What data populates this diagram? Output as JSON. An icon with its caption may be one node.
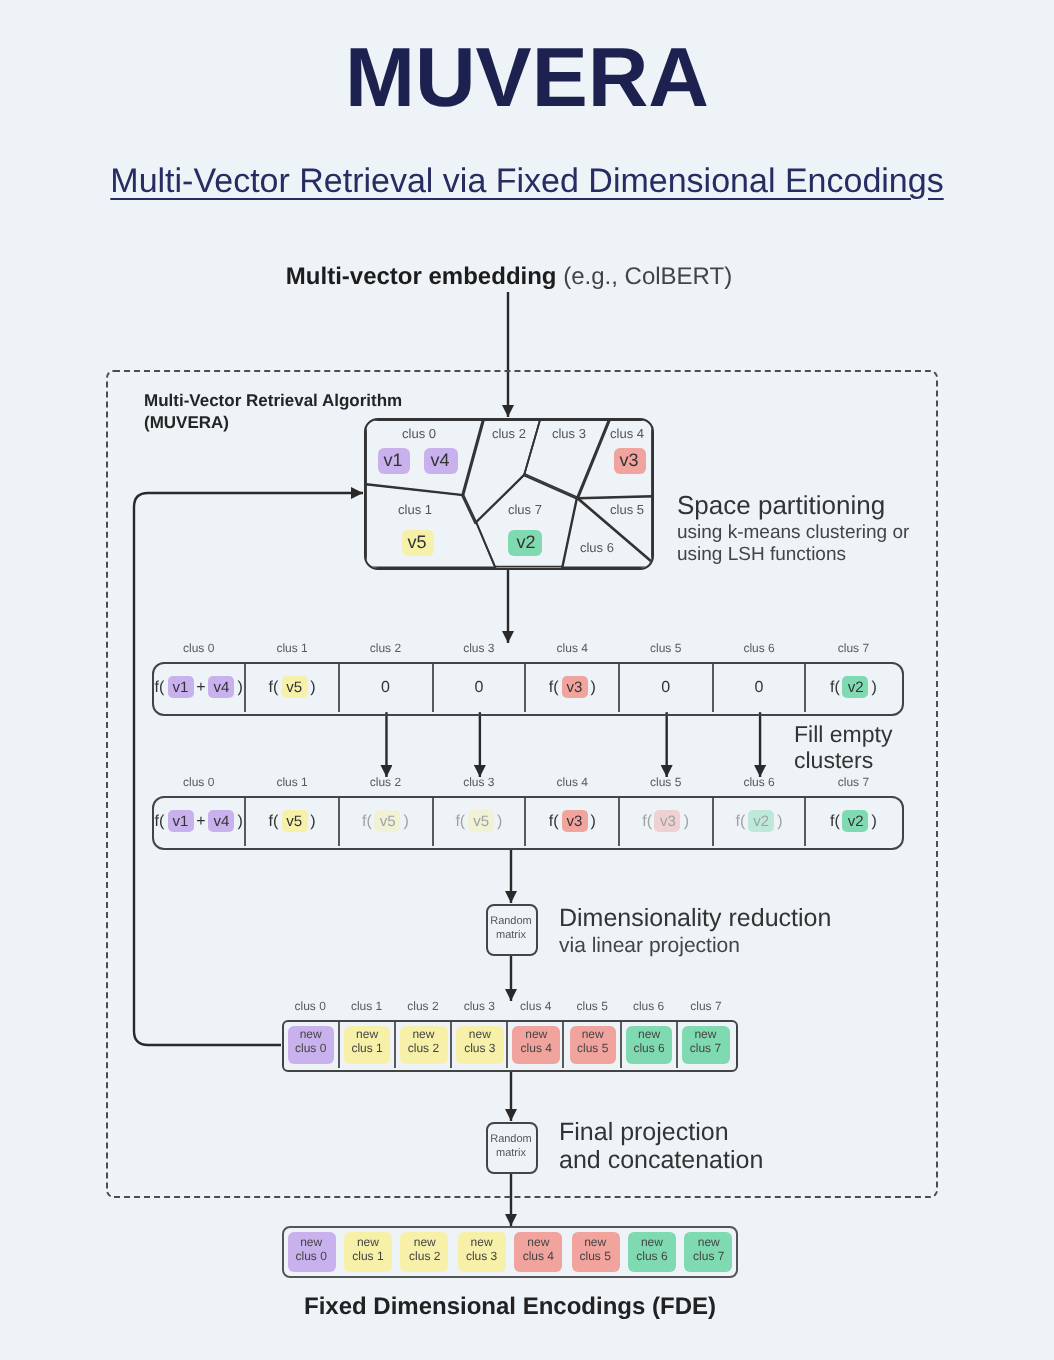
{
  "diagram": {
    "title": "MUVERA",
    "nodes": [
      {
        "text": [
          "**Multi-vector embedding** (e.g., ColBERT)"
        ]
      },
      {
        "text": [
          "Multi-Vector Retrieval Algorithm (MUVERA)"
        ]
      },
      {
        "text": [],
        "shape": "box",
        "in": 1,
        "beside": [
          "Space partitioning",
          "using k-means clustering or using LSH functions"
        ]
      },
      {
        "text": [
          "clus 0"
        ],
        "in": 2
      },
      {
        "text": [
          "v1"
        ],
        "in": 3
      },
      {
        "text": [
          "v4"
        ],
        "in": 3
      },
      {
        "text": [
          "clus 2"
        ],
        "in": 2
      },
      {
        "text": [
          "clus 3"
        ],
        "in": 2
      },
      {
        "text": [
          "clus 4"
        ],
        "in": 2
      },
      {
        "text": [
          "v3"
        ],
        "in": 8
      },
      {
        "text": [
          "clus 1"
        ],
        "in": 2
      },
      {
        "text": [
          "v5"
        ],
        "in": 10
      },
      {
        "text": [
          "clus 7"
        ],
        "in": 2
      },
      {
        "text": [
          "v2"
        ],
        "in": 12
      },
      {
        "text": [
          "clus 5"
        ],
        "in": 2
      },
      {
        "text": [
          "clus 6"
        ],
        "in": 2
      },
      {
        "text": [],
        "shape": "box",
        "in": 1
      },
      {
        "text": [
          "clus 0",
          "f(",
          "+",
          ")"
        ],
        "in": 16
      },
      {
        "text": [
          "v1"
        ],
        "in": 17
      },
      {
        "text": [
          "v4"
        ],
        "in": 17
      },
      {
        "text": [
          "clus 1",
          "f(",
          ")"
        ],
        "in": 16
      },
      {
        "text": [
          "v5"
        ],
        "in": 20
      },
      {
        "text": [
          "clus 2",
          "0"
        ],
        "in": 16
      },
      {
        "text": [
          "clus 3",
          "0"
        ],
        "in": 16
      },
      {
        "text": [
          "clus 4",
          "f(",
          ")"
        ],
        "in": 16
      },
      {
        "text": [
          "v3"
        ],
        "in": 24
      },
      {
        "text": [
          "clus 5",
          "0"
        ],
        "in": 16
      },
      {
        "text": [
          "clus 6",
          "0"
        ],
        "in": 16
      },
      {
        "text": [
          "clus 7",
          "f(",
          ")"
        ],
        "in": 16
      },
      {
        "text": [
          "v2"
        ],
        "in": 28
      },
      {
        "text": [],
        "shape": "box",
        "in": 1
      },
      {
        "text": [
          "clus 0",
          "f(",
          "+",
          ")"
        ],
        "in": 30
      },
      {
        "text": [
          "v1"
        ],
        "in": 31
      },
      {
        "text": [
          "v4"
        ],
        "in": 31
      },
      {
        "text": [
          "clus 1",
          "f(",
          ")"
        ],
        "in": 30
      },
      {
        "text": [
          "v5"
        ],
        "in": 34
      },
      {
        "text": [
          "clus 2",
          "f(",
          ")"
        ],
        "in": 30
      },
      {
        "text": [
          "v5"
        ],
        "in": 36
      },
      {
        "text": [
          "clus 3",
          "f(",
          ")"
        ],
        "in": 30
      },
      {
        "text": [
          "v5"
        ],
        "in": 38
      },
      {
        "text": [
          "clus 4",
          "f(",
          ")"
        ],
        "in": 30
      },
      {
        "text": [
          "v3"
        ],
        "in": 40
      },
      {
        "text": [
          "clus 5",
          "f(",
          ")"
        ],
        "in": 30
      },
      {
        "text": [
          "v3"
        ],
        "in": 42
      },
      {
        "text": [
          "clus 6",
          "f(",
          ")"
        ],
        "in": 30
      },
      {
        "text": [
          "v2"
        ],
        "in": 44
      },
      {
        "text": [
          "clus 7",
          "f(",
          ")"
        ],
        "in": 30
      },
      {
        "text": [
          "v2"
        ],
        "in": 46
      },
      {
        "text": [
          "Random matrix"
        ],
        "in": 1,
        "beside": [
          "Dimensionality reduction",
          "via linear projection"
        ]
      },
      {
        "text": [],
        "shape": "box",
        "in": 1
      },
      {
        "text": [
          "clus 0"
        ],
        "in": 49
      },
      {
        "text": [
          "new clus 0"
        ],
        "in": 50
      },
      {
        "text": [
          "clus 1"
        ],
        "in": 49
      },
      {
        "text": [
          "new clus 1"
        ],
        "in": 52
      },
      {
        "text": [
          "clus 2"
        ],
        "in": 49
      },
      {
        "text": [
          "new clus 2"
        ],
        "in": 54
      },
      {
        "text": [
          "clus 3"
        ],
        "in": 49
      },
      {
        "text": [
          "new clus 3"
        ],
        "in": 56
      },
      {
        "text": [
          "clus 4"
        ],
        "in": 49
      },
      {
        "text": [
          "new clus 4"
        ],
        "in": 58
      },
      {
        "text": [
          "clus 5"
        ],
        "in": 49
      },
      {
        "text": [
          "new clus 5"
        ],
        "in": 60
      },
      {
        "text": [
          "clus 6"
        ],
        "in": 49
      },
      {
        "text": [
          "new clus 6"
        ],
        "in": 62
      },
      {
        "text": [
          "clus 7"
        ],
        "in": 49
      },
      {
        "text": [
          "new clus 7"
        ],
        "in": 64
      },
      {
        "text": [
          "Random matrix"
        ],
        "in": 1,
        "beside": [
          "Final projection and concatenation"
        ]
      },
      {
        "text": [],
        "shape": "box",
        "beside": [
          "Fixed Dimensional Encodings (FDE)"
        ]
      },
      {
        "text": [
          "new clus 0"
        ],
        "in": 67
      },
      {
        "text": [
          "new clus 1"
        ],
        "in": 67
      },
      {
        "text": [
          "new clus 2"
        ],
        "in": 67
      },
      {
        "text": [
          "new clus 3"
        ],
        "in": 67
      },
      {
        "text": [
          "new clus 4"
        ],
        "in": 67
      },
      {
        "text": [
          "new clus 5"
        ],
        "in": 67
      },
      {
        "text": [
          "new clus 6"
        ],
        "in": 67
      },
      {
        "text": [
          "new clus 7"
        ],
        "in": 67
      }
    ],
    "edges": [
      {
        "from": 0,
        "to": 2,
        "arrow": "to"
      },
      {
        "from": 2,
        "to": 16,
        "arrow": "to"
      },
      {
        "from": 22,
        "to": 36,
        "arrow": "to"
      },
      {
        "from": 23,
        "to": 38,
        "arrow": "to"
      },
      {
        "from": 26,
        "to": 42,
        "arrow": "to"
      },
      {
        "from": 27,
        "to": 44,
        "arrow": "to"
      },
      {
        "from": 30,
        "to": 48,
        "arrow": "to"
      },
      {
        "from": 48,
        "to": 49,
        "arrow": "to"
      },
      {
        "from": 49,
        "to": 2,
        "arrow": "to"
      },
      {
        "from": 49,
        "to": 66,
        "arrow": "to"
      },
      {
        "from": 66,
        "to": 67,
        "arrow": "to"
      }
    ],
    "labels": [
      "Multi-Vector Retrieval via Fixed Dimensional Encodings",
      "Fill empty clusters"
    ]
  }
}
